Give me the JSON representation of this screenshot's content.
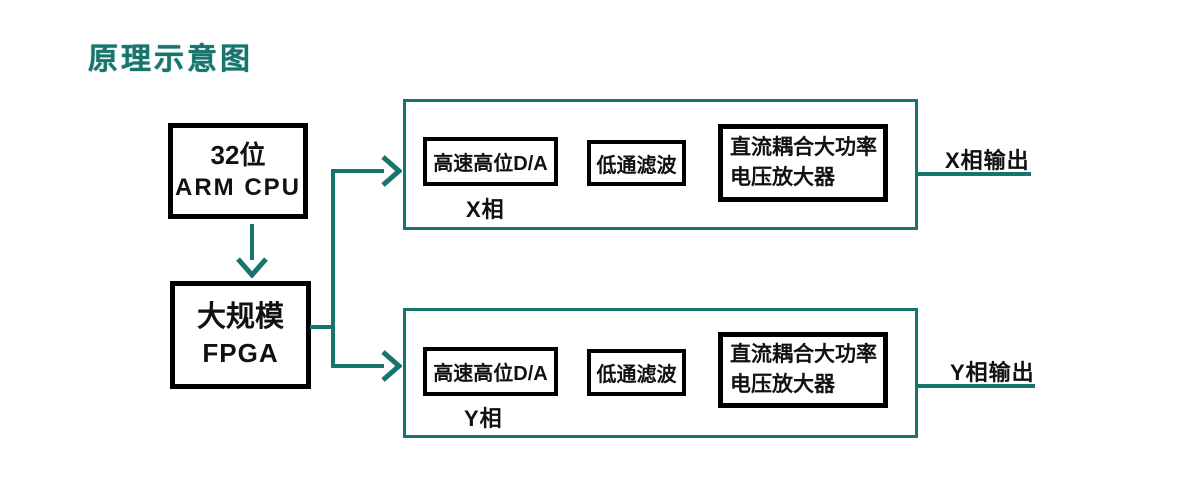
{
  "page": {
    "title": "原理示意图"
  },
  "colors": {
    "accent_teal": "#17756D",
    "node_border": "#000000",
    "text": "#111111",
    "background": "#ffffff"
  },
  "icons": {
    "cpu_to_fpga": "arrow-down-icon",
    "fpga_to_channel_x": "arrow-right-icon",
    "fpga_to_channel_y": "arrow-right-icon"
  },
  "cpu": {
    "line1": "32位",
    "line2": "ARM CPU"
  },
  "fpga": {
    "line1": "大规模",
    "line2": "FPGA"
  },
  "channels": [
    {
      "name": "X",
      "dac": "高速高位D/A",
      "filter": "低通滤波",
      "amp_line1": "直流耦合大功率",
      "amp_line2": "电压放大器",
      "phase": "X相",
      "output": "X相输出"
    },
    {
      "name": "Y",
      "dac": "高速高位D/A",
      "filter": "低通滤波",
      "amp_line1": "直流耦合大功率",
      "amp_line2": "电压放大器",
      "phase": "Y相",
      "output": "Y相输出"
    }
  ]
}
